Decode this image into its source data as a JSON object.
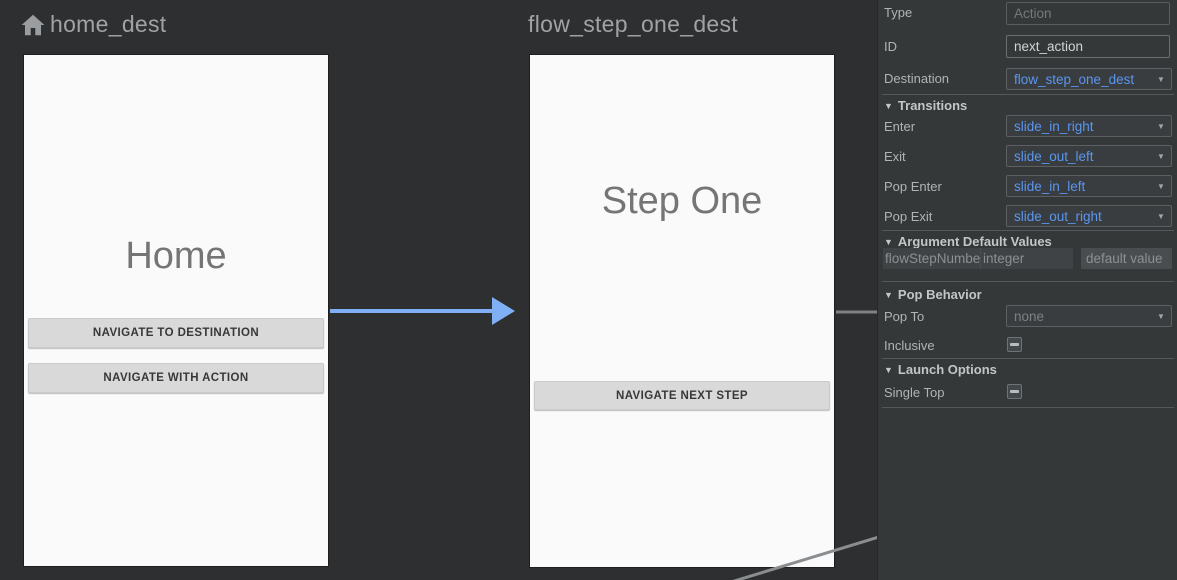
{
  "canvas": {
    "home": {
      "label": "home_dest",
      "screen": {
        "title": "Home",
        "button_primary": "NAVIGATE TO DESTINATION",
        "button_secondary": "NAVIGATE WITH ACTION"
      }
    },
    "step_one": {
      "label": "flow_step_one_dest",
      "screen": {
        "title": "Step One",
        "button_primary": "NAVIGATE NEXT STEP"
      }
    }
  },
  "panel": {
    "type": {
      "label": "Type",
      "placeholder": "Action"
    },
    "id": {
      "label": "ID",
      "value": "next_action"
    },
    "destination": {
      "label": "Destination",
      "value": "flow_step_one_dest"
    },
    "transitions": {
      "title": "Transitions",
      "enter_label": "Enter",
      "enter_value": "slide_in_right",
      "exit_label": "Exit",
      "exit_value": "slide_out_left",
      "pop_enter_label": "Pop Enter",
      "pop_enter_value": "slide_in_left",
      "pop_exit_label": "Pop Exit",
      "pop_exit_value": "slide_out_right"
    },
    "argument_defaults": {
      "title": "Argument Default Values",
      "arg_name": "flowStepNumbe",
      "arg_type": "integer",
      "default_placeholder": "default value"
    },
    "pop_behavior": {
      "title": "Pop Behavior",
      "pop_to_label": "Pop To",
      "pop_to_value": "none",
      "inclusive_label": "Inclusive"
    },
    "launch_options": {
      "title": "Launch Options",
      "single_top_label": "Single Top"
    }
  },
  "icons": {
    "triangle_down": "▼"
  },
  "colors": {
    "arrow_blue": "#7fb0f5",
    "edge_gray": "#8b8e90",
    "accent_blue": "#5a96f0",
    "canvas_bg": "#2e2f31",
    "panel_bg": "#343839",
    "screen_bg": "#fafafa"
  }
}
